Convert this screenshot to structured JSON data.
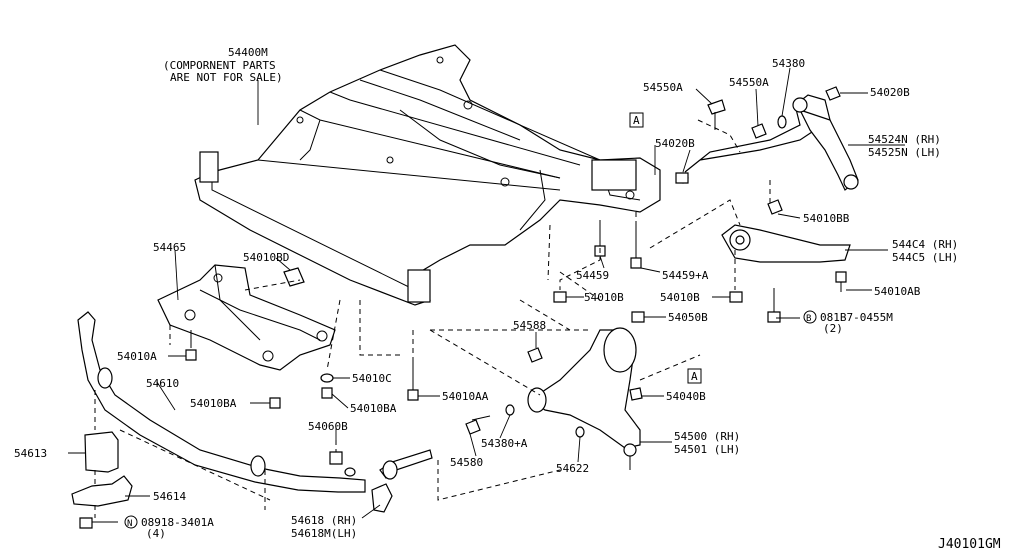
{
  "diagram_code": "J40101GM",
  "crossmember": {
    "part": "54400M",
    "note_line1": "(COMPORNENT PARTS",
    "note_line2": "ARE NOT FOR SALE)"
  },
  "ref_marker": "A",
  "labels": [
    {
      "id": "54550A_1",
      "text": "54550A"
    },
    {
      "id": "54550A_2",
      "text": "54550A"
    },
    {
      "id": "54380",
      "text": "54380"
    },
    {
      "id": "54020B_1",
      "text": "54020B"
    },
    {
      "id": "54524N",
      "text": "54524N (RH)"
    },
    {
      "id": "54525N",
      "text": "54525N (LH)"
    },
    {
      "id": "54020B_2",
      "text": "54020B"
    },
    {
      "id": "54010BB",
      "text": "54010BB"
    },
    {
      "id": "544C4",
      "text": "544C4 (RH)"
    },
    {
      "id": "544C5",
      "text": "544C5 (LH)"
    },
    {
      "id": "54010AB",
      "text": "54010AB"
    },
    {
      "id": "54010B_1",
      "text": "54010B"
    },
    {
      "id": "54010B_2",
      "text": "54010B"
    },
    {
      "id": "54050B",
      "text": "54050B"
    },
    {
      "id": "081B7",
      "text": "081B7-0455M"
    },
    {
      "id": "081B7_qty",
      "text": "(2)"
    },
    {
      "id": "54459",
      "text": "54459"
    },
    {
      "id": "54459A",
      "text": "54459+A"
    },
    {
      "id": "54588",
      "text": "54588"
    },
    {
      "id": "54040B",
      "text": "54040B"
    },
    {
      "id": "54465",
      "text": "54465"
    },
    {
      "id": "54010BD",
      "text": "54010BD"
    },
    {
      "id": "54010A",
      "text": "54010A"
    },
    {
      "id": "54610",
      "text": "54610"
    },
    {
      "id": "54010C",
      "text": "54010C"
    },
    {
      "id": "54010BA_1",
      "text": "54010BA"
    },
    {
      "id": "54010BA_2",
      "text": "54010BA"
    },
    {
      "id": "54010AA",
      "text": "54010AA"
    },
    {
      "id": "54060B",
      "text": "54060B"
    },
    {
      "id": "54380A",
      "text": "54380+A"
    },
    {
      "id": "54580",
      "text": "54580"
    },
    {
      "id": "54622",
      "text": "54622"
    },
    {
      "id": "54500",
      "text": "54500 (RH)"
    },
    {
      "id": "54501",
      "text": "54501 (LH)"
    },
    {
      "id": "54613",
      "text": "54613"
    },
    {
      "id": "54614",
      "text": "54614"
    },
    {
      "id": "08918",
      "text": "08918-3401A"
    },
    {
      "id": "08918_qty",
      "text": "(4)"
    },
    {
      "id": "54618",
      "text": "54618 (RH)"
    },
    {
      "id": "54618M",
      "text": "54618M(LH)"
    }
  ],
  "circle_symbols": {
    "B": "B",
    "N": "N"
  }
}
